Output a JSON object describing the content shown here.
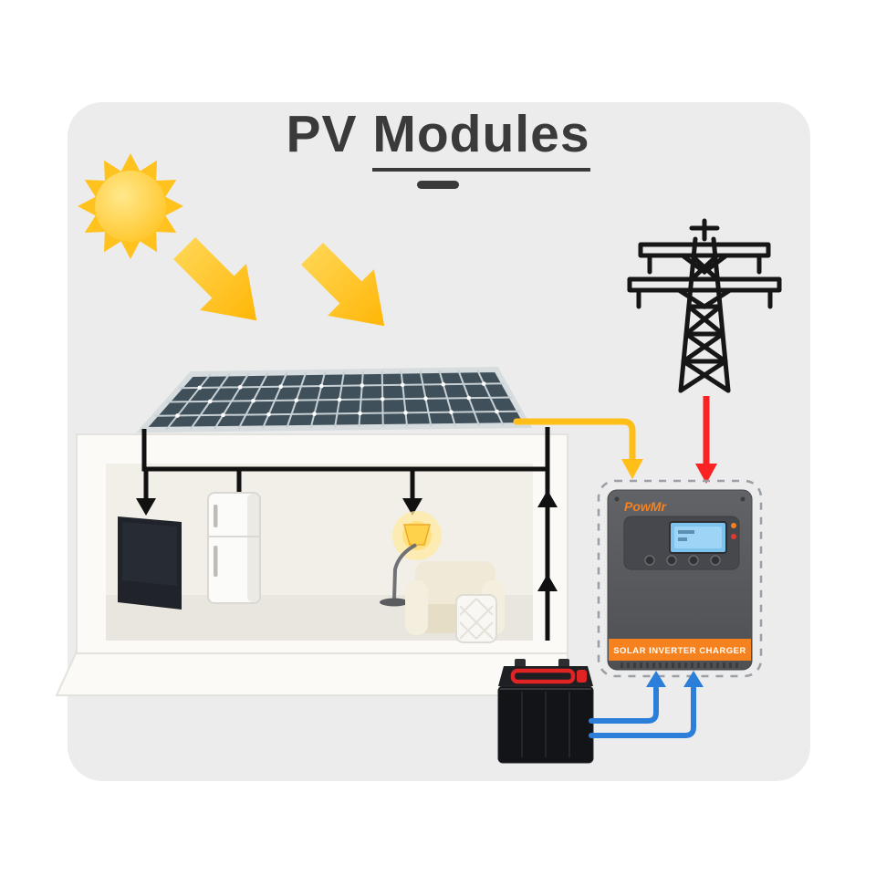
{
  "title": {
    "prefix": "PV",
    "word": "Modules"
  },
  "inverter": {
    "brand": "PowMr",
    "band_label": "SOLAR INVERTER CHARGER"
  },
  "icons": {
    "sun": "sun-icon",
    "sunlight_arrows": "sunlight-arrow-icon",
    "solar_panel": "solar-panel",
    "house": "house-cutaway",
    "tv": "tv-icon",
    "fridge": "fridge-icon",
    "floor_lamp": "floor-lamp-icon",
    "sofa": "sofa-icon",
    "side_table": "side-table-icon",
    "transmission_tower": "transmission-tower-icon",
    "battery": "battery-icon",
    "inverter_unit": "solar-inverter-charger"
  },
  "colors": {
    "card_bg": "#ECECEC",
    "title_text": "#3A3A3A",
    "sun_yellow": "#FFC827",
    "arrow_yellow": "#FFC21E",
    "pv_wire_yellow": "#FFBE18",
    "grid_wire_red": "#FA2222",
    "battery_wire_blue": "#2B7FD8",
    "house_wire_black": "#111111",
    "panel_cell": "#40505A",
    "inverter_body": "#56585C",
    "inverter_accent_orange": "#F5821F",
    "lcd_blue": "#7EC2EE"
  }
}
